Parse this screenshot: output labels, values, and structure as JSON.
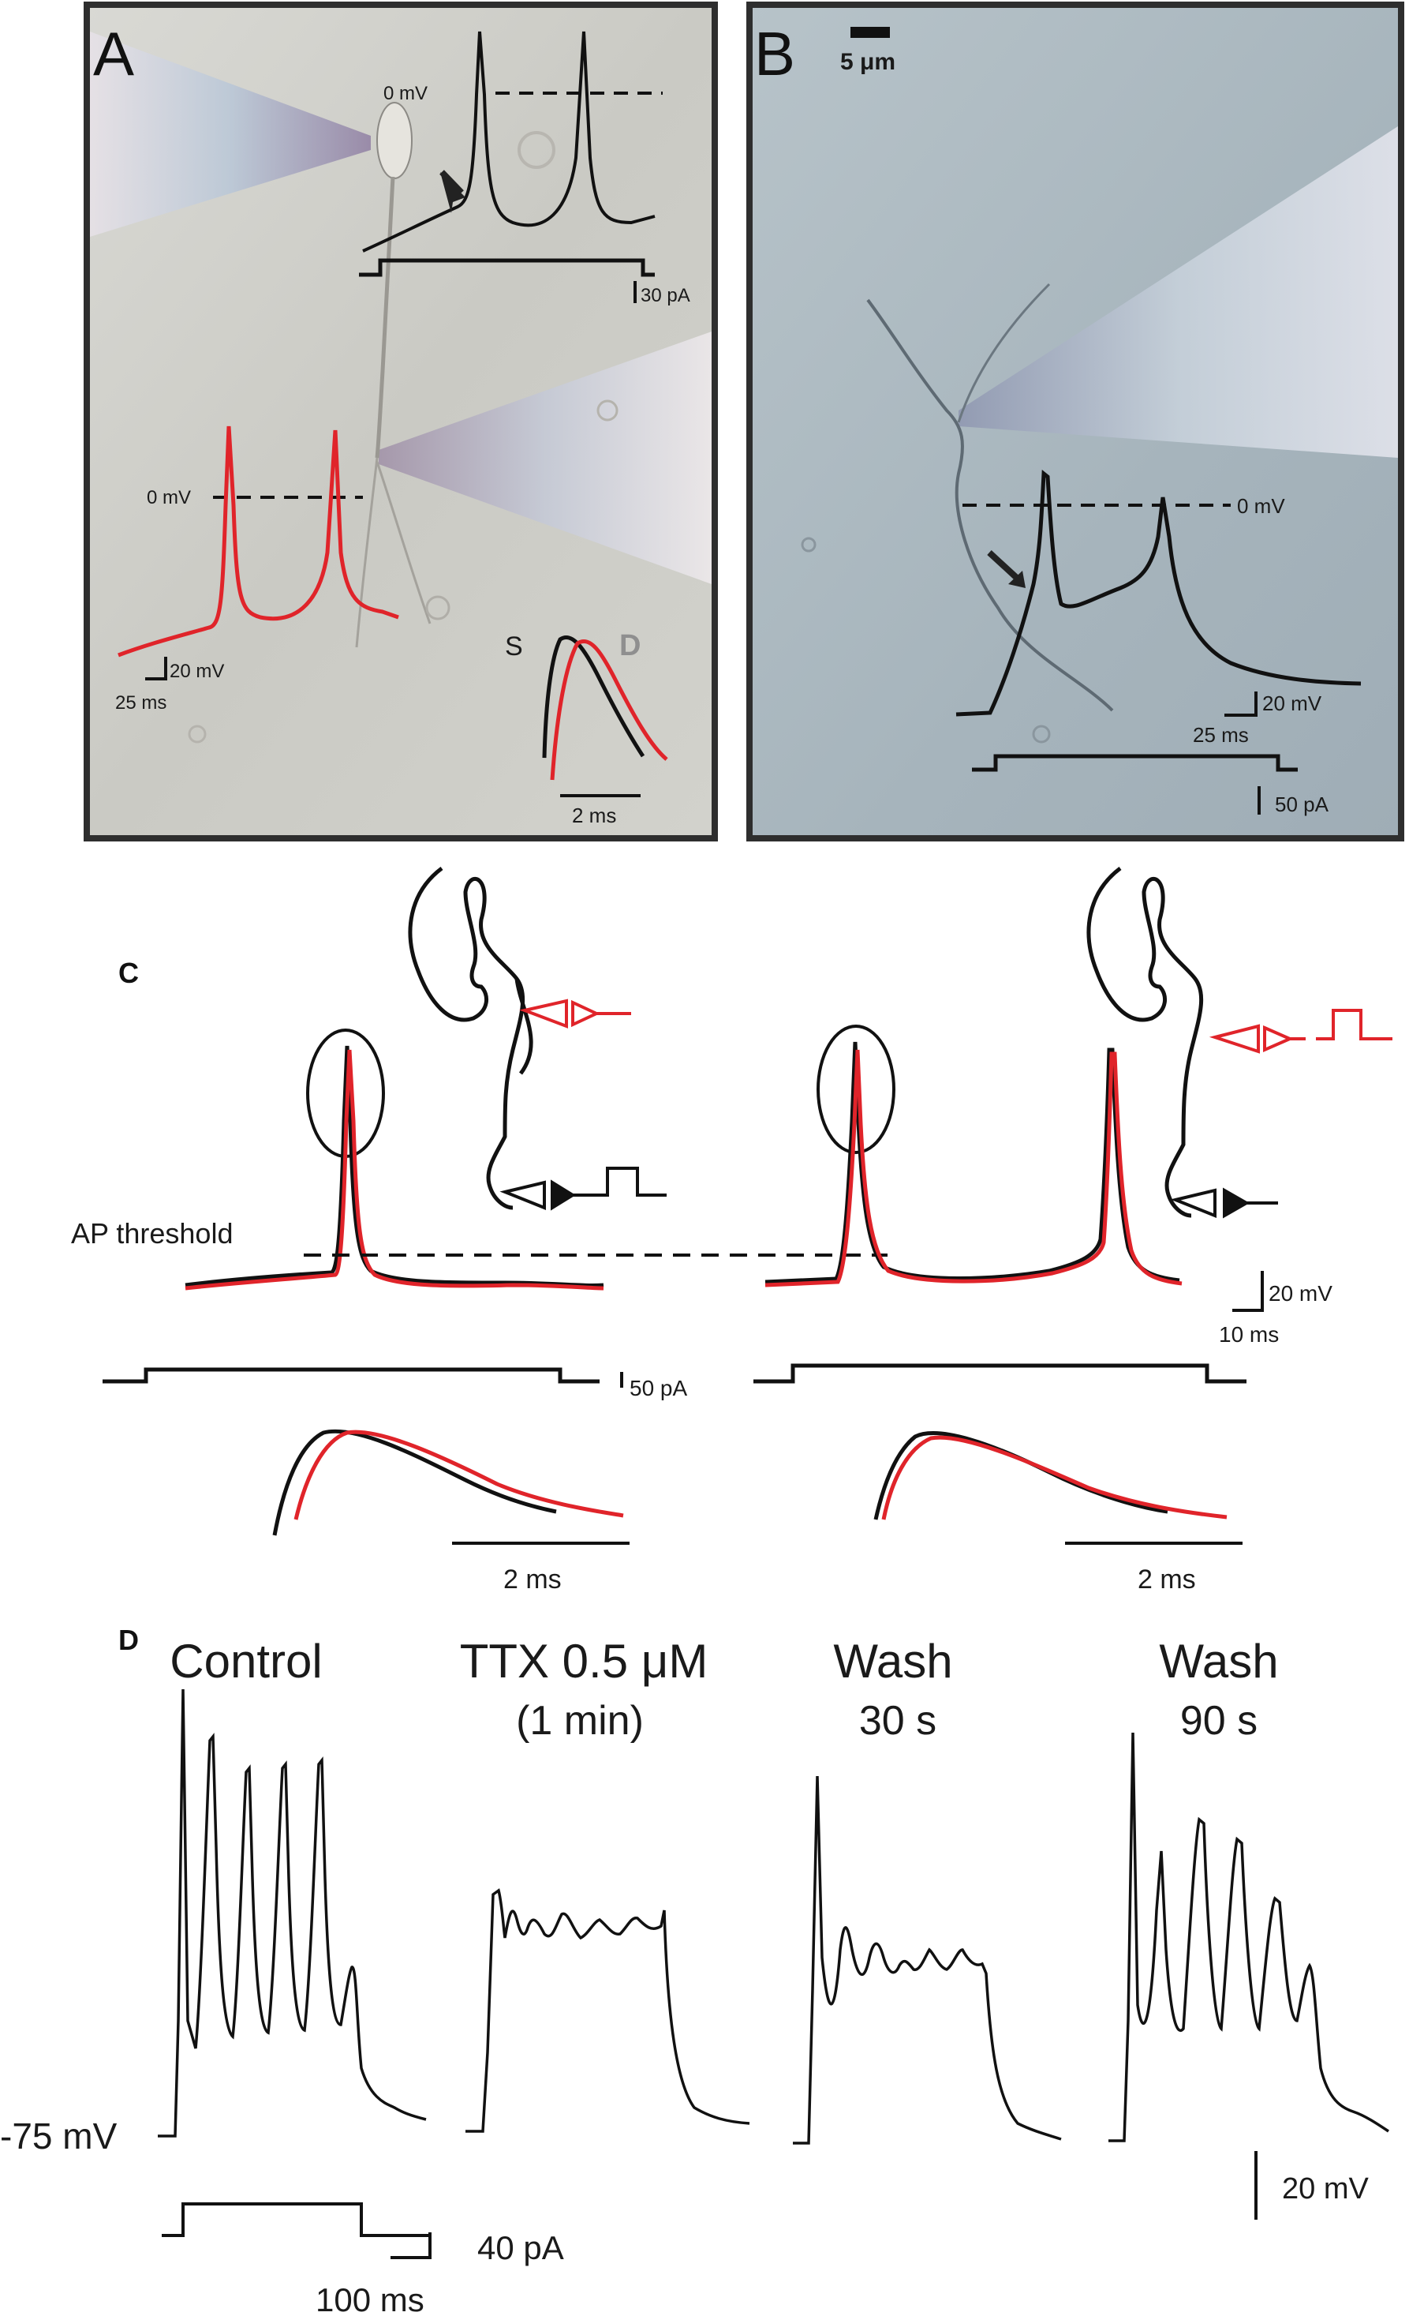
{
  "panels": {
    "A": {
      "letter": "A",
      "zero_label": "0 mV",
      "zero_label_2": "0 mV",
      "scale_pa": "30 pA",
      "scale_mv": "20 mV",
      "scale_ms": "25 ms",
      "inset_s": "S",
      "inset_d": "D",
      "inset_scale": "2 ms"
    },
    "B": {
      "letter": "B",
      "scalebar_um": "5 μm",
      "zero_label": "0 mV",
      "scale_mv": "20 mV",
      "scale_ms": "25 ms",
      "scale_pa": "50 pA"
    },
    "C": {
      "letter": "C",
      "threshold_label": "AP threshold",
      "scale_mv": "20 mV",
      "scale_ms": "10 ms",
      "scale_pa": "50 pA",
      "inset_scale_left": "2 ms",
      "inset_scale_right": "2 ms"
    },
    "D": {
      "letter": "D",
      "conditions": [
        {
          "title": "Control",
          "sub": ""
        },
        {
          "title": "TTX 0.5 μM",
          "sub": "(1 min)"
        },
        {
          "title": "Wash",
          "sub": "30 s"
        },
        {
          "title": "Wash",
          "sub": "90 s"
        }
      ],
      "rest_label": "-75 mV",
      "scale_mv": "20 mV",
      "scale_pa": "40 pA",
      "scale_ms": "100 ms"
    }
  },
  "colors": {
    "trace_black": "#111111",
    "trace_red": "#e0242a",
    "photo_a_bg": "#cfcfca",
    "photo_b_bg": "#a9b7bf",
    "frame": "#333333"
  }
}
